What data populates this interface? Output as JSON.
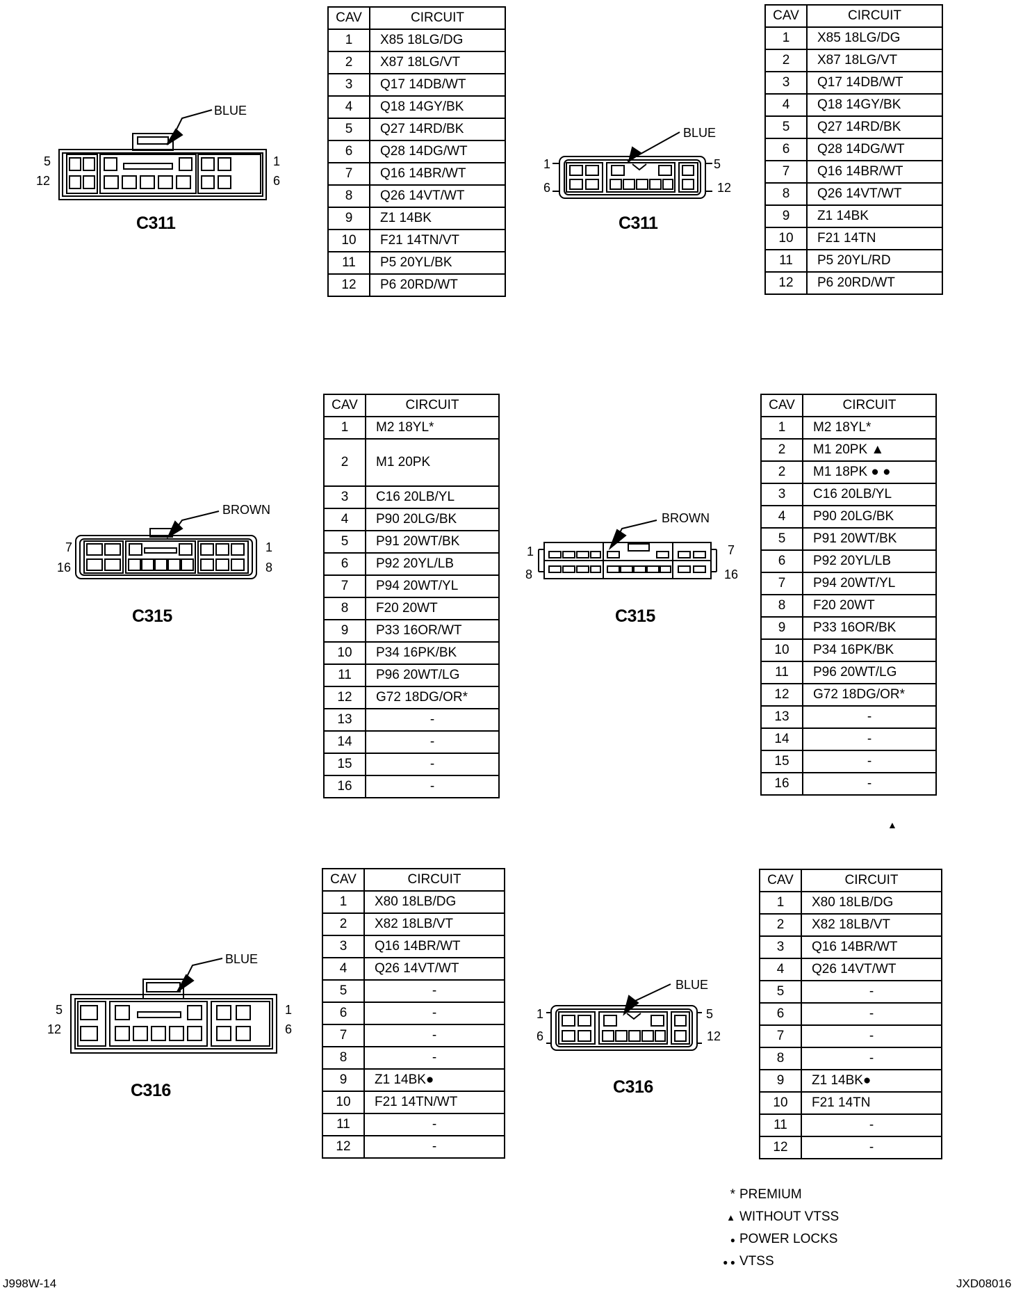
{
  "headers": {
    "cav": "CAV",
    "circuit": "CIRCUIT"
  },
  "connectors": {
    "c311_left": {
      "title": "C311",
      "color_label": "BLUE",
      "pins": [
        "5",
        "12",
        "1",
        "6"
      ]
    },
    "c311_right": {
      "title": "C311",
      "color_label": "BLUE",
      "pins": [
        "1",
        "6",
        "5",
        "12"
      ]
    },
    "c315_left": {
      "title": "C315",
      "color_label": "BROWN",
      "pins": [
        "7",
        "16",
        "1",
        "8"
      ]
    },
    "c315_right": {
      "title": "C315",
      "color_label": "BROWN",
      "pins": [
        "1",
        "8",
        "7",
        "16"
      ]
    },
    "c316_left": {
      "title": "C316",
      "color_label": "BLUE",
      "pins": [
        "5",
        "12",
        "1",
        "6"
      ]
    },
    "c316_right": {
      "title": "C316",
      "color_label": "BLUE",
      "pins": [
        "1",
        "6",
        "5",
        "12"
      ]
    }
  },
  "tables": {
    "c311_left": [
      [
        "1",
        "X85 18LG/DG"
      ],
      [
        "2",
        "X87 18LG/VT"
      ],
      [
        "3",
        "Q17 14DB/WT"
      ],
      [
        "4",
        "Q18 14GY/BK"
      ],
      [
        "5",
        "Q27 14RD/BK"
      ],
      [
        "6",
        "Q28 14DG/WT"
      ],
      [
        "7",
        "Q16 14BR/WT"
      ],
      [
        "8",
        "Q26 14VT/WT"
      ],
      [
        "9",
        "Z1 14BK"
      ],
      [
        "10",
        "F21 14TN/VT"
      ],
      [
        "11",
        "P5 20YL/BK"
      ],
      [
        "12",
        "P6 20RD/WT"
      ]
    ],
    "c311_right": [
      [
        "1",
        "X85 18LG/DG"
      ],
      [
        "2",
        "X87 18LG/VT"
      ],
      [
        "3",
        "Q17 14DB/WT"
      ],
      [
        "4",
        "Q18 14GY/BK"
      ],
      [
        "5",
        "Q27 14RD/BK"
      ],
      [
        "6",
        "Q28 14DG/WT"
      ],
      [
        "7",
        "Q16 14BR/WT"
      ],
      [
        "8",
        "Q26 14VT/WT"
      ],
      [
        "9",
        "Z1 14BK"
      ],
      [
        "10",
        "F21 14TN"
      ],
      [
        "11",
        "P5 20YL/RD"
      ],
      [
        "12",
        "P6 20RD/WT"
      ]
    ],
    "c315_left": [
      [
        "1",
        "M2 18YL*"
      ],
      [
        "2",
        "M1 20PK"
      ],
      [
        "3",
        "C16 20LB/YL"
      ],
      [
        "4",
        "P90 20LG/BK"
      ],
      [
        "5",
        "P91 20WT/BK"
      ],
      [
        "6",
        "P92 20YL/LB"
      ],
      [
        "7",
        "P94 20WT/YL"
      ],
      [
        "8",
        "F20 20WT"
      ],
      [
        "9",
        "P33 16OR/WT"
      ],
      [
        "10",
        "P34 16PK/BK"
      ],
      [
        "11",
        "P96 20WT/LG"
      ],
      [
        "12",
        "G72 18DG/OR*"
      ],
      [
        "13",
        "-"
      ],
      [
        "14",
        "-"
      ],
      [
        "15",
        "-"
      ],
      [
        "16",
        "-"
      ]
    ],
    "c315_right": [
      [
        "1",
        "M2 18YL*"
      ],
      [
        "2",
        "M1 20PK ▲"
      ],
      [
        "2",
        "M1 18PK ● ●"
      ],
      [
        "3",
        "C16 20LB/YL"
      ],
      [
        "4",
        "P90 20LG/BK"
      ],
      [
        "5",
        "P91 20WT/BK"
      ],
      [
        "6",
        "P92 20YL/LB"
      ],
      [
        "7",
        "P94 20WT/YL"
      ],
      [
        "8",
        "F20 20WT"
      ],
      [
        "9",
        "P33 16OR/BK"
      ],
      [
        "10",
        "P34 16PK/BK"
      ],
      [
        "11",
        "P96 20WT/LG"
      ],
      [
        "12",
        "G72 18DG/OR*"
      ],
      [
        "13",
        "-"
      ],
      [
        "14",
        "-"
      ],
      [
        "15",
        "-"
      ],
      [
        "16",
        "-"
      ]
    ],
    "c316_left": [
      [
        "1",
        "X80 18LB/DG"
      ],
      [
        "2",
        "X82 18LB/VT"
      ],
      [
        "3",
        "Q16 14BR/WT"
      ],
      [
        "4",
        "Q26 14VT/WT"
      ],
      [
        "5",
        "-"
      ],
      [
        "6",
        "-"
      ],
      [
        "7",
        "-"
      ],
      [
        "8",
        "-"
      ],
      [
        "9",
        "Z1 14BK●"
      ],
      [
        "10",
        "F21 14TN/WT"
      ],
      [
        "11",
        "-"
      ],
      [
        "12",
        "-"
      ]
    ],
    "c316_right": [
      [
        "1",
        "X80 18LB/DG"
      ],
      [
        "2",
        "X82 18LB/VT"
      ],
      [
        "3",
        "Q16 14BR/WT"
      ],
      [
        "4",
        "Q26 14VT/WT"
      ],
      [
        "5",
        "-"
      ],
      [
        "6",
        "-"
      ],
      [
        "7",
        "-"
      ],
      [
        "8",
        "-"
      ],
      [
        "9",
        "Z1 14BK●"
      ],
      [
        "10",
        "F21 14TN"
      ],
      [
        "11",
        "-"
      ],
      [
        "12",
        "-"
      ]
    ]
  },
  "stray_mark": "▲",
  "legend": [
    {
      "symbol": "*",
      "text": "PREMIUM"
    },
    {
      "symbol": "▲",
      "text": "WITHOUT VTSS"
    },
    {
      "symbol": "●",
      "text": "POWER LOCKS"
    },
    {
      "symbol": "● ●",
      "text": "VTSS"
    }
  ],
  "footer": {
    "left_ref": "J998W-14",
    "right_ref": "JXD08016"
  }
}
